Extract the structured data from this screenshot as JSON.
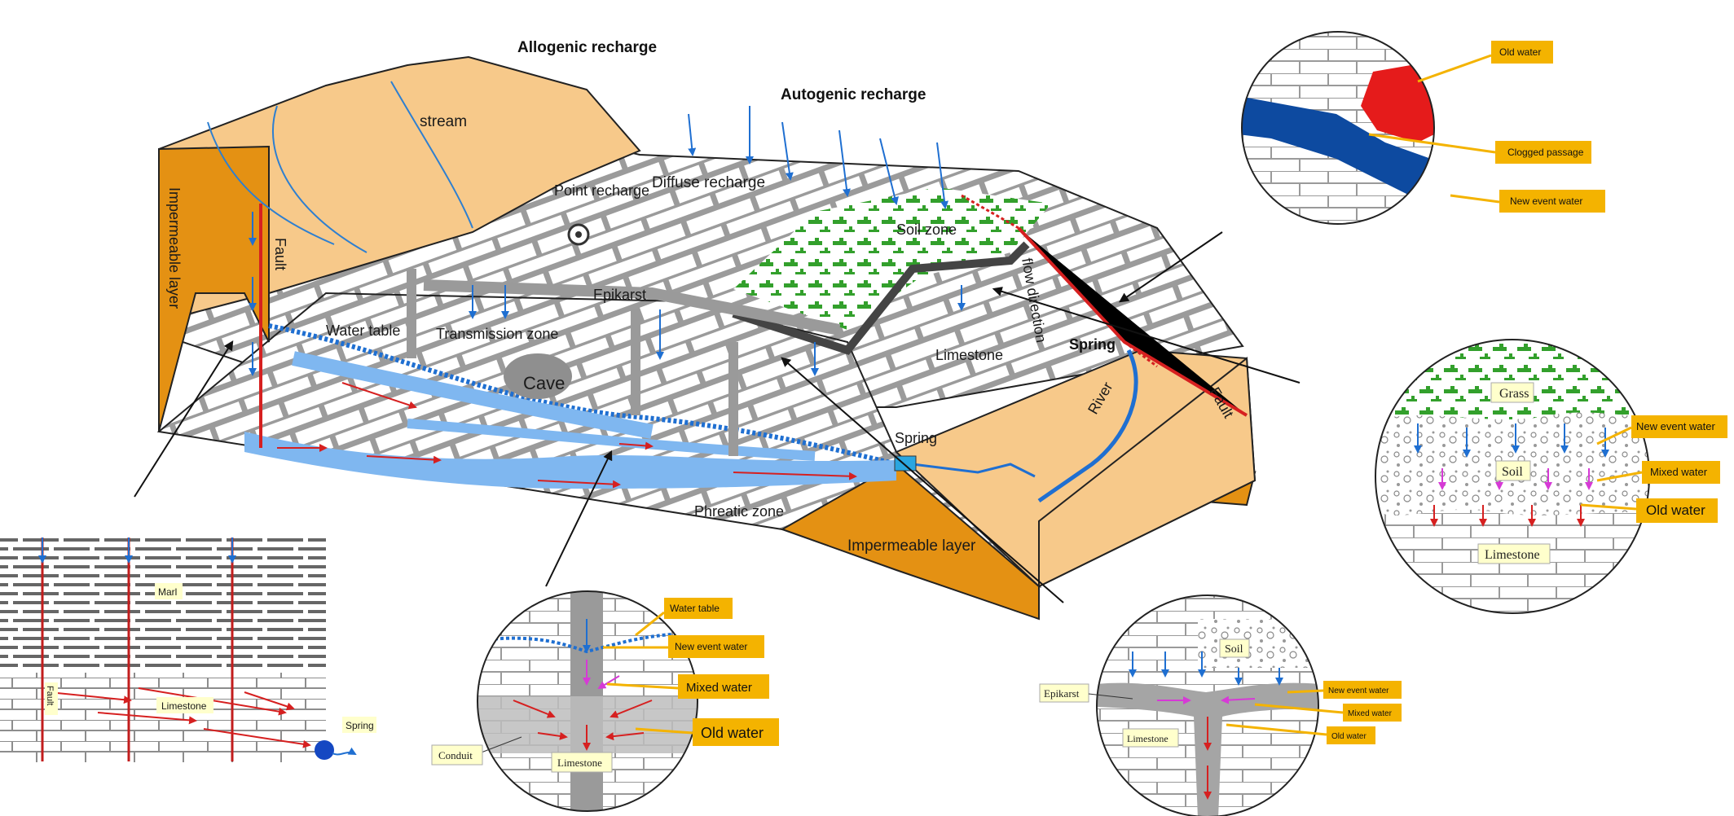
{
  "main": {
    "allogenic_recharge": "Allogenic recharge",
    "autogenic_recharge": "Autogenic recharge",
    "stream": "stream",
    "point_recharge": "Point recharge",
    "diffuse_recharge": "Diffuse recharge",
    "soil_zone": "Soil zone",
    "impermeable_layer_left": "Impermeable layer",
    "fault_left": "Fault",
    "epikarst": "Epikarst",
    "water_table": "Water table",
    "transmission_zone": "Transmission zone",
    "cave": "Cave",
    "limestone": "Limestone",
    "flow_direction": "flow direction",
    "spring_bold": "Spring",
    "river": "River",
    "fault_right": "Fault",
    "spring_small": "Spring",
    "phreatic_zone": "Phreatic zone",
    "impermeable_layer_bottom": "Impermeable layer"
  },
  "inset_top_right": {
    "old_water": "Old water",
    "clogged_passage": "Clogged passage",
    "new_event_water": "New event water"
  },
  "inset_right": {
    "grass": "Grass",
    "soil": "Soil",
    "limestone": "Limestone",
    "new_event_water": "New event water",
    "mixed_water": "Mixed water",
    "old_water": "Old water"
  },
  "inset_bottom_left": {
    "marl": "Marl",
    "fault": "Fault",
    "limestone": "Limestone",
    "spring": "Spring"
  },
  "inset_bottom_center": {
    "water_table": "Water table",
    "new_event_water": "New event water",
    "mixed_water": "Mixed water",
    "old_water": "Old water",
    "conduit": "Conduit",
    "limestone": "Limestone"
  },
  "inset_bottom_right": {
    "soil": "Soil",
    "epikarst": "Epikarst",
    "limestone": "Limestone",
    "new_event_water": "New event water",
    "mixed_water": "Mixed water",
    "old_water": "Old water"
  },
  "colors": {
    "sand": "#f7c98a",
    "orange": "#e49113",
    "tag": "#f4b300",
    "blue": "#1f6fd1",
    "light_blue": "#7fb7f0",
    "red": "#d62020",
    "green": "#33a02c",
    "grey": "#9a9a9a"
  }
}
